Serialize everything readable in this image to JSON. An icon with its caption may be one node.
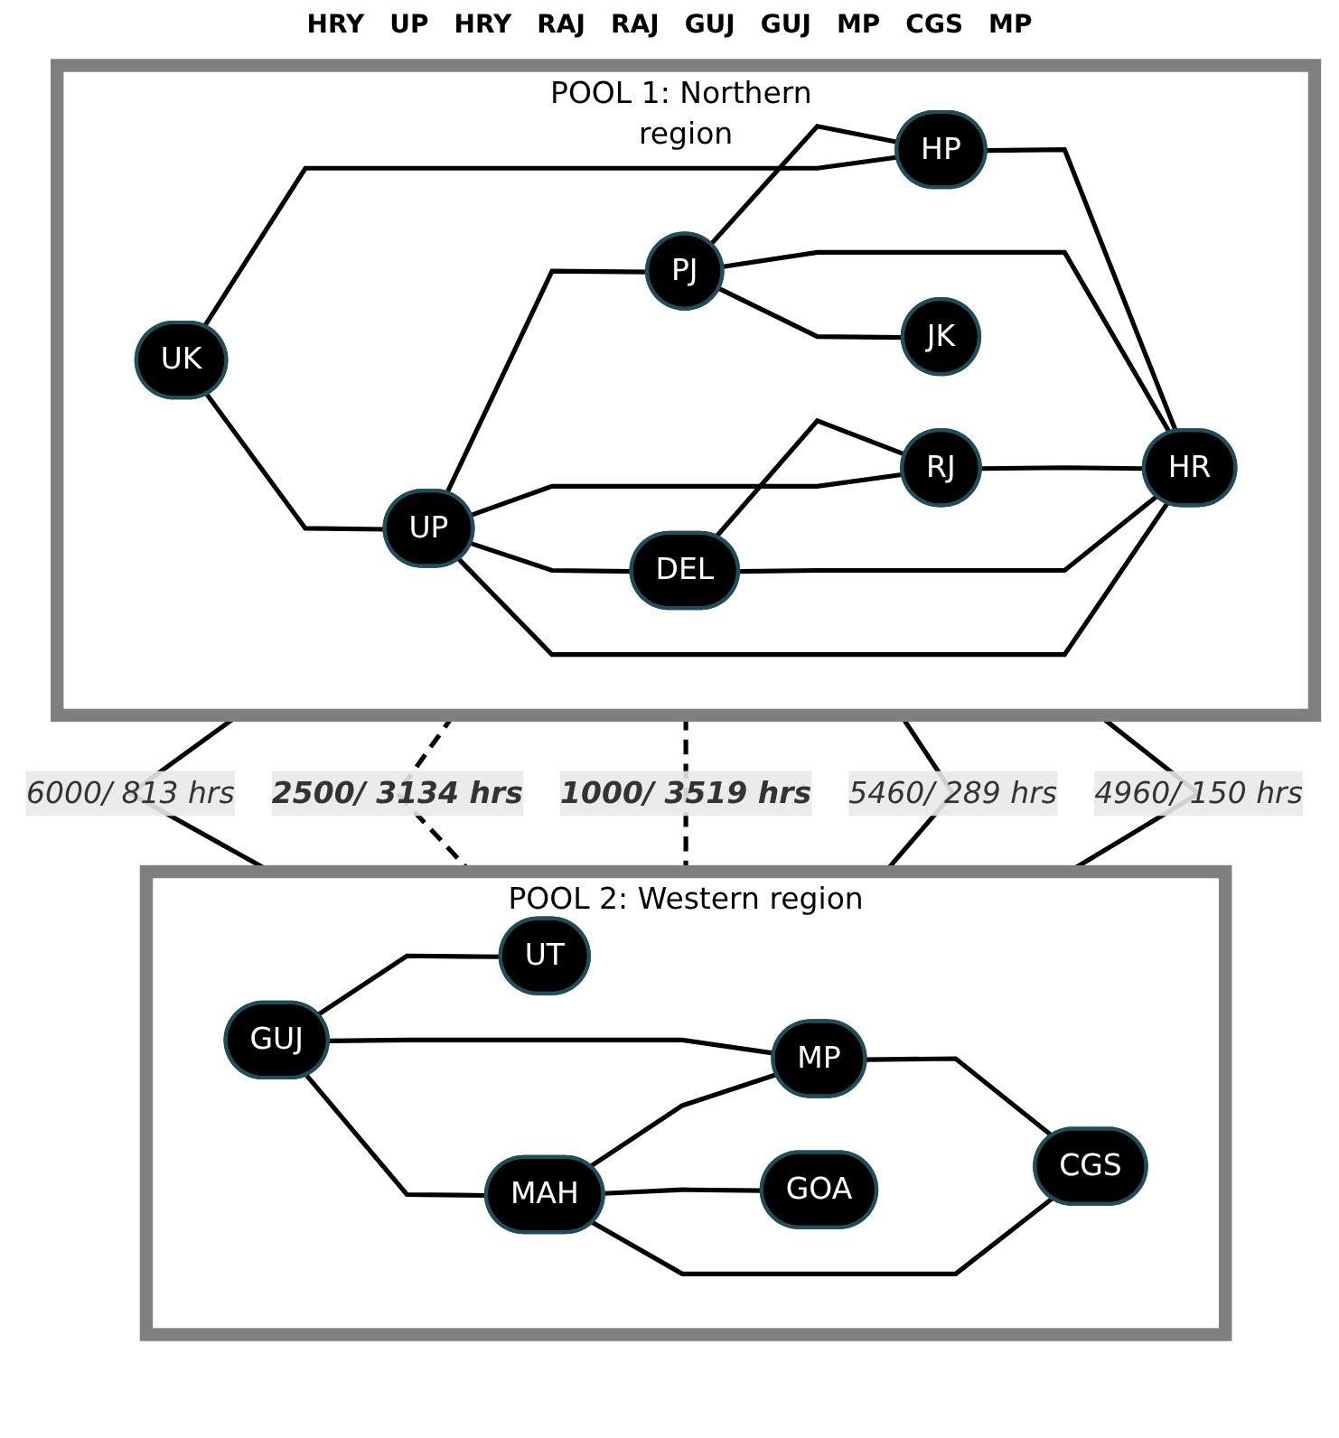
{
  "diagram": {
    "nodes": [
      {
        "text": [
          "POOL 1: Northern region"
        ]
      },
      {
        "text": [
          "UK"
        ],
        "in": 0
      },
      {
        "text": [
          "UP"
        ],
        "in": 0
      },
      {
        "text": [
          "DEL"
        ],
        "in": 0
      },
      {
        "text": [
          "PJ"
        ],
        "in": 0
      },
      {
        "text": [
          "RJ"
        ],
        "in": 0
      },
      {
        "text": [
          "JK"
        ],
        "in": 0
      },
      {
        "text": [
          "HP"
        ],
        "in": 0
      },
      {
        "text": [
          "HR"
        ],
        "in": 0
      },
      {
        "text": [
          "POOL 2: Western region"
        ]
      },
      {
        "text": [
          "GUJ"
        ],
        "in": 9
      },
      {
        "text": [
          "MP"
        ],
        "in": 9
      },
      {
        "text": [
          "UT"
        ],
        "in": 9
      },
      {
        "text": [
          "MAH"
        ],
        "in": 9
      },
      {
        "text": [
          "CGS"
        ],
        "in": 9
      },
      {
        "text": [
          "GOA"
        ],
        "in": 9
      }
    ],
    "edges": [
      {
        "from": 1,
        "to": 2,
        "arrow": "none"
      },
      {
        "from": 2,
        "to": 3,
        "arrow": "none"
      },
      {
        "from": 1,
        "to": 7,
        "arrow": "none"
      },
      {
        "from": 2,
        "to": 4,
        "arrow": "none"
      },
      {
        "from": 2,
        "to": 5,
        "arrow": "none"
      },
      {
        "from": 2,
        "to": 8,
        "arrow": "none"
      },
      {
        "from": 3,
        "to": 5,
        "arrow": "none"
      },
      {
        "from": 3,
        "to": 8,
        "arrow": "none"
      },
      {
        "from": 5,
        "to": 8,
        "arrow": "none"
      },
      {
        "from": 4,
        "to": 6,
        "arrow": "none"
      },
      {
        "from": 4,
        "to": 8,
        "arrow": "none"
      },
      {
        "from": 4,
        "to": 7,
        "arrow": "none"
      },
      {
        "from": 7,
        "to": 8,
        "arrow": "none"
      },
      {
        "from": 10,
        "to": 11,
        "arrow": "none"
      },
      {
        "from": 10,
        "to": 12,
        "arrow": "none"
      },
      {
        "from": 10,
        "to": 13,
        "arrow": "none"
      },
      {
        "from": 13,
        "to": 11,
        "arrow": "none"
      },
      {
        "from": 11,
        "to": 14,
        "arrow": "none"
      },
      {
        "from": 13,
        "to": 15,
        "arrow": "none"
      },
      {
        "from": 13,
        "to": 14,
        "arrow": "none"
      },
      {
        "from": 0,
        "to": 9,
        "arrow": "none",
        "label": "6000/ 813 hrs"
      },
      {
        "from": 0,
        "to": 9,
        "arrow": "none",
        "label": "2500/ 3134 hrs",
        "style": "dashed"
      },
      {
        "from": 0,
        "to": 9,
        "arrow": "none",
        "label": "1000/ 3519 hrs",
        "style": "dashed"
      },
      {
        "from": 0,
        "to": 9,
        "arrow": "none",
        "label": "5460/ 289 hrs"
      },
      {
        "from": 0,
        "to": 9,
        "arrow": "none",
        "label": "4960/ 150 hrs"
      }
    ],
    "labels": [
      "HRY",
      "UP",
      "HRY",
      "RAJ",
      "RAJ",
      "GUJ",
      "GUJ",
      "MP",
      "CGS",
      "MP"
    ]
  }
}
